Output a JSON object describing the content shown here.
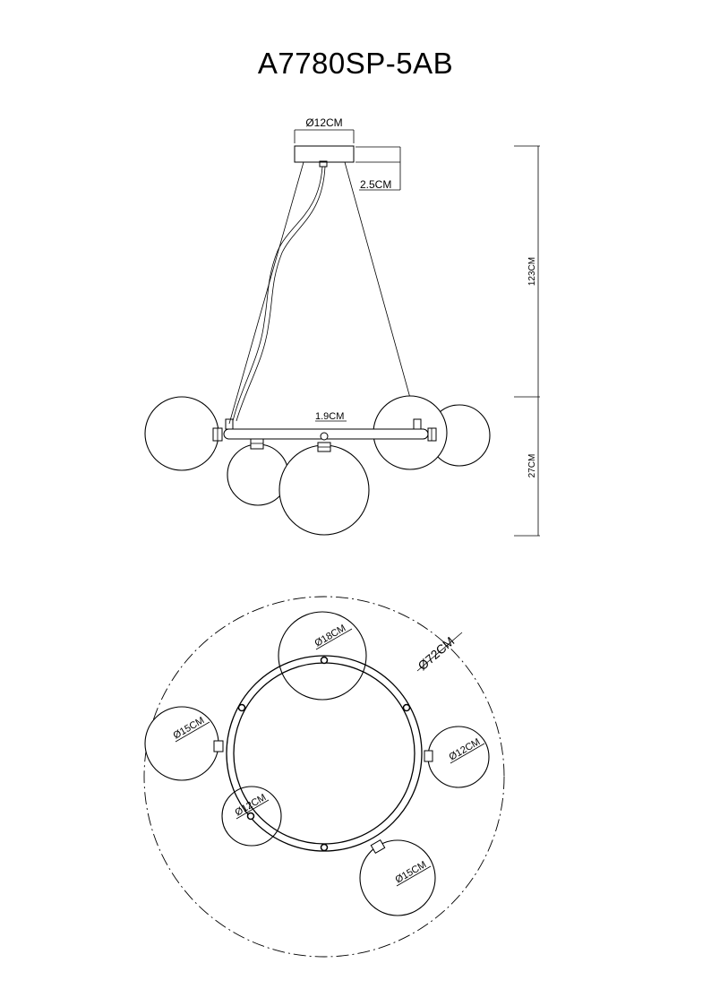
{
  "title": "A7780SP-5AB",
  "side_view": {
    "canopy_diameter": "Ø12CM",
    "canopy_height": "2.5CM",
    "suspension_height": "123CM",
    "body_height": "27CM",
    "tube_diameter": "1.9CM"
  },
  "top_view": {
    "overall_diameter": "Ø72CM",
    "globe_top": "Ø18CM",
    "globe_left": "Ø15CM",
    "globe_right": "Ø12CM",
    "globe_inner": "Ø12CM",
    "globe_bottom": "Ø15CM"
  }
}
